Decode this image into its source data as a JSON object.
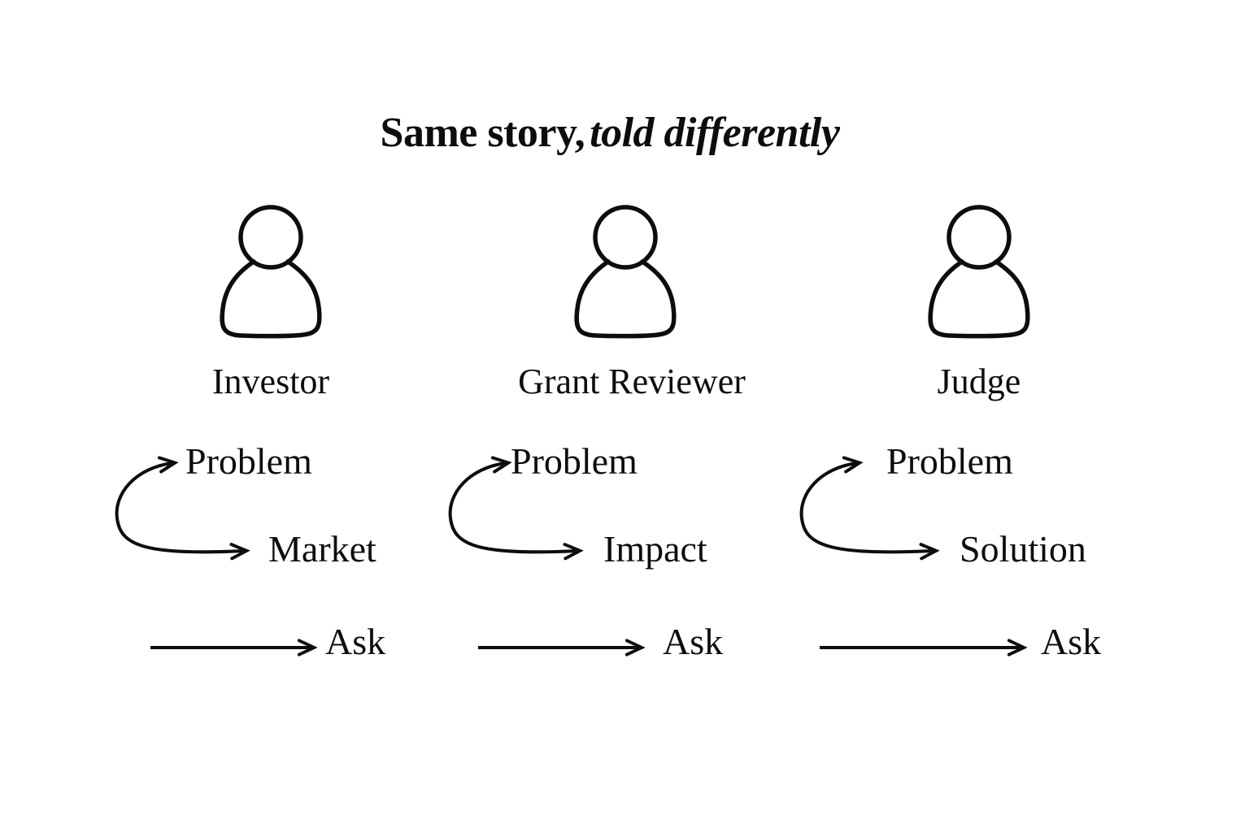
{
  "title": {
    "leading": "Same story,",
    "emphasis": "told differently"
  },
  "colors": {
    "ink": "#0d0d0d",
    "background": "#ffffff"
  },
  "personas": [
    {
      "name": "Investor",
      "flow": {
        "first": "Problem",
        "second": "Market",
        "final": "Ask"
      }
    },
    {
      "name": "Grant Reviewer",
      "flow": {
        "first": "Problem",
        "second": "Impact",
        "final": "Ask"
      }
    },
    {
      "name": "Judge",
      "flow": {
        "first": "Problem",
        "second": "Solution",
        "final": "Ask"
      }
    }
  ]
}
